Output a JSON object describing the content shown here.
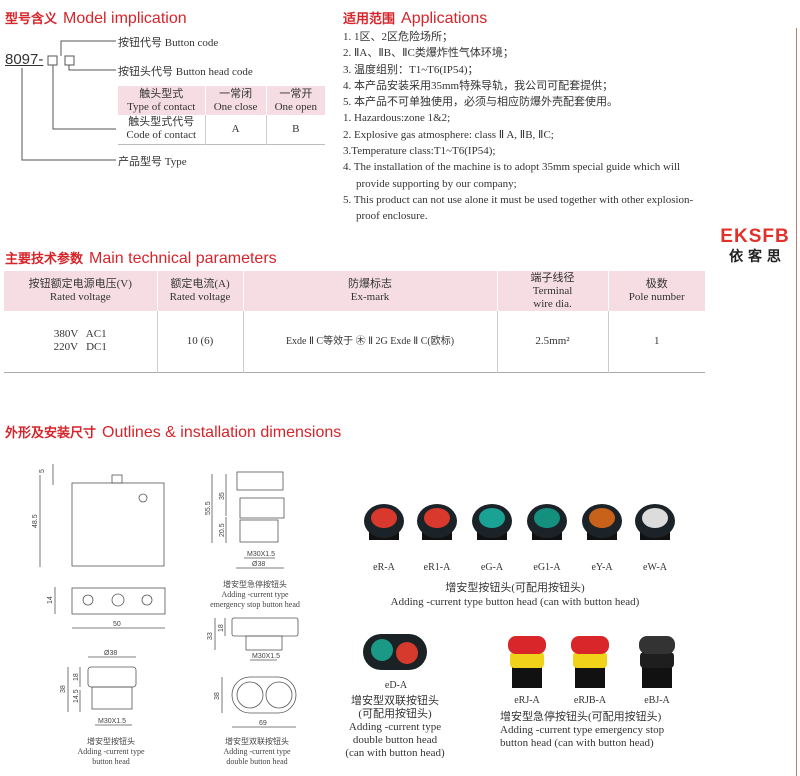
{
  "model": {
    "heading_cn": "型号含义",
    "heading_en": "Model implication",
    "code": "8097-",
    "button_code": "按钮代号 Button code",
    "head_code": "按钮头代号 Button head code",
    "type": "产品型号  Type",
    "table": {
      "h0_cn": "触头型式",
      "h0_en": "Type of contact",
      "h1_cn": "一常闭",
      "h1_en": "One close",
      "h2_cn": "一常开",
      "h2_en": "One open",
      "r0_cn": "触头型式代号",
      "r0_en": "Code of contact",
      "r1": "A",
      "r2": "B"
    }
  },
  "applications": {
    "heading_cn": "适用范围",
    "heading_en": "Applications",
    "items": [
      "1. 1区、2区危险场所；",
      "2. ⅡA、ⅡB、ⅡC类爆炸性气体环境；",
      "3. 温度组别：T1~T6(IP54)；",
      "4. 本产品安装采用35mm特殊导轨，我公司可配套提供；",
      "5. 本产品不可单独使用，必须与相应防爆外壳配套使用。",
      "1. Hazardous:zone 1&2;",
      "2. Explosive gas atmosphere: class Ⅱ A, ⅡB, ⅡC;",
      "3.Temperature class:T1~T6(IP54);",
      "4. The installation of the machine is to adopt 35mm special guide which will",
      "provide supporting  by our company;",
      "5. This product can not use alone it must be used together with other explosion-",
      "proof enclosure."
    ]
  },
  "logo": {
    "brand": "EKSFB",
    "cn": "依 客 思"
  },
  "params": {
    "heading_cn": "主要技术参数",
    "heading_en": "Main technical parameters",
    "headers": [
      {
        "cn": "按钮额定电源电压(V)",
        "en": "Rated  voltage"
      },
      {
        "cn": "额定电流(A)",
        "en": "Rated voltage"
      },
      {
        "cn": "防爆标志",
        "en": "Ex-mark"
      },
      {
        "cn": "端子线径",
        "en": "Terminal wire dia."
      },
      {
        "cn": "极数",
        "en": "Pole number"
      }
    ],
    "row": {
      "voltage1": "380V   AC1",
      "voltage2": "220V   DC1",
      "current": "10 (6)",
      "exmark": "Exde Ⅱ C等效于 ㊍ Ⅱ 2G Exde Ⅱ C(欧标)",
      "wire": "2.5mm²",
      "poles": "1"
    }
  },
  "outlines": {
    "heading_cn": "外形及安装尺寸",
    "heading_en": "Outlines & installation dimensions",
    "dims": {
      "d5": "5",
      "d48": "48.5",
      "d14": "14",
      "d50": "50",
      "d38": "Ø38",
      "d18": "18",
      "d38h": "38",
      "d145": "14.5",
      "m30": "M30X1.5",
      "d555": "55.5",
      "d35": "35",
      "d205": "20.5",
      "d33": "33",
      "d69": "69"
    },
    "cap_std": {
      "cn": "增安型按钮头",
      "en1": "Adding  -current type",
      "en2": "button head"
    },
    "cap_estop": {
      "cn": "增安型急停按钮头",
      "en1": "Adding  -current type",
      "en2": "emergency stop button head"
    },
    "cap_double": {
      "cn": "增安型双联按钮头",
      "en1": "Adding  -current type",
      "en2": "double button head"
    }
  },
  "products": {
    "heads": [
      {
        "code": "eR-A",
        "color": "#d9382c"
      },
      {
        "code": "eR1-A",
        "color": "#d9382c"
      },
      {
        "code": "eG-A",
        "color": "#1aa394"
      },
      {
        "code": "eG1-A",
        "color": "#14907f"
      },
      {
        "code": "eY-A",
        "color": "#c8621a"
      },
      {
        "code": "eW-A",
        "color": "#dcdcdc"
      }
    ],
    "heads_cap_cn": "增安型按钮头(可配用按钮头)",
    "heads_cap_en": "Adding  -current type button head (can with button head)",
    "double": {
      "code": "eD-A",
      "cn1": "增安型双联按钮头",
      "cn2": "(可配用按钮头)",
      "en1": "Adding  -current type",
      "en2": "double button head",
      "en3": "(can with button head)"
    },
    "estop": [
      {
        "code": "eRJ-A"
      },
      {
        "code": "eRJB-A"
      },
      {
        "code": "eBJ-A"
      }
    ],
    "estop_cap_cn": "增安型急停按钮头(可配用按钮头)",
    "estop_cap_en1": "Adding  -current type emergency stop",
    "estop_cap_en2": "button head (can with button head)"
  }
}
